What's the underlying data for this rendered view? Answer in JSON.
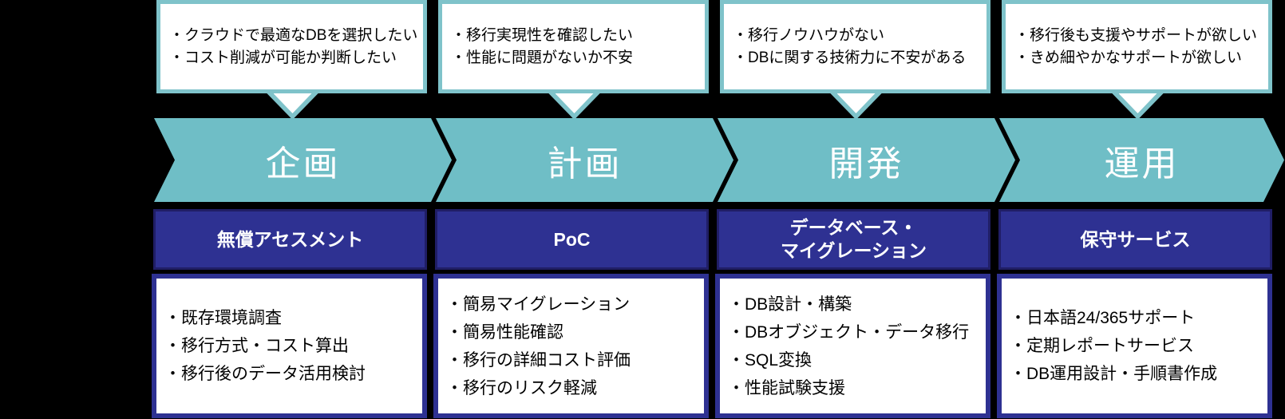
{
  "diagram": {
    "title": "DB migration process flow",
    "colors": {
      "teal": "#6FBEC6",
      "teal_light": "#7FC3CA",
      "navy": "#2E3192",
      "navy_dark": "#201E66",
      "background": "#000000",
      "callout_bg": "#FFFFFF",
      "text": "#000000",
      "inverse_text": "#FFFFFF"
    },
    "phases": [
      {
        "concerns": [
          "・クラウドで最適なDBを選択したい",
          "・コスト削減が可能か判断したい"
        ],
        "phase": "企画",
        "service_lines": [
          "無償アセスメント"
        ],
        "items": [
          "・既存環境調査",
          "・移行方式・コスト算出",
          "・移行後のデータ活用検討"
        ]
      },
      {
        "concerns": [
          "・移行実現性を確認したい",
          "・性能に問題がないか不安"
        ],
        "phase": "計画",
        "service_lines": [
          "PoC"
        ],
        "items": [
          "・簡易マイグレーション",
          "・簡易性能確認",
          "・移行の詳細コスト評価",
          "・移行のリスク軽減"
        ]
      },
      {
        "concerns": [
          "・移行ノウハウがない",
          "・DBに関する技術力に不安がある"
        ],
        "phase": "開発",
        "service_lines": [
          "データベース・",
          "マイグレーション"
        ],
        "items": [
          "・DB設計・構築",
          "・DBオブジェクト・データ移行",
          "・SQL変換",
          "・性能試験支援"
        ]
      },
      {
        "concerns": [
          "・移行後も支援やサポートが欲しい",
          "・きめ細やかなサポートが欲しい"
        ],
        "phase": "運用",
        "service_lines": [
          "保守サービス"
        ],
        "items": [
          "・日本語24/365サポート",
          "・定期レポートサービス",
          "・DB運用設計・手順書作成"
        ]
      }
    ]
  }
}
